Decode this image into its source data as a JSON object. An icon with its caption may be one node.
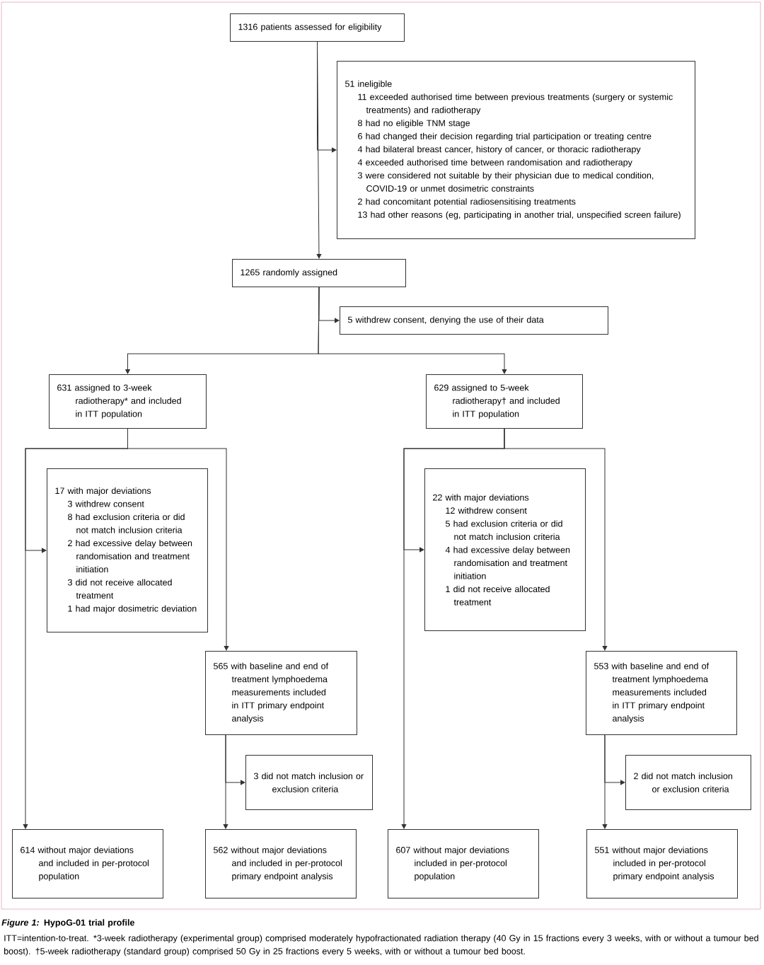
{
  "diagram": {
    "title": "*Figure 1:* HypoG-01 trial profile",
    "caption": "ITT=intention-to-treat. *3-week radiotherapy (experimental group) comprised moderately hypofractionated radiation therapy (40 Gy in 15 fractions every 3 weeks, with or without a tumour bed boost). †5-week radiotherapy (standard group) comprised 50 Gy in 25 fractions every 5 weeks, with or without a tumour bed boost.",
    "nodes": [
      {
        "text": [
          "1316 patients assessed for eligibility"
        ]
      },
      {
        "text": [
          "51 ineligible",
          "11 exceeded authorised time between previous treatments (surgery or systemic treatments) and radiotherapy",
          "8 had no eligible TNM stage",
          "6 had changed their decision regarding trial participation or treating centre",
          "4 had bilateral breast cancer, history of cancer, or thoracic radiotherapy",
          "4 exceeded authorised time between randomisation and radiotherapy",
          "3 were considered not suitable by their physician due to medical condition, COVID-19 or unmet dosimetric constraints",
          "2 had concomitant potential radiosensitising treatments",
          "13 had other reasons (eg, participating in another trial, unspecified screen failure)"
        ]
      },
      {
        "text": [
          "1265 randomly assigned"
        ]
      },
      {
        "text": [
          "5 withdrew consent, denying the use of their data"
        ]
      },
      {
        "text": [
          "631 assigned to 3-week radiotherapy* and included in ITT population"
        ]
      },
      {
        "text": [
          "629 assigned to 5-week radiotherapy† and included in ITT population"
        ]
      },
      {
        "text": [
          "17 with major deviations",
          "3 withdrew consent",
          "8 had exclusion criteria or did not match inclusion criteria",
          "2 had excessive delay between randomisation and treatment initiation",
          "3 did not receive allocated treatment",
          "1 had major dosimetric deviation"
        ]
      },
      {
        "text": [
          "565 with baseline and end of treatment lymphoedema measurements included in ITT primary endpoint analysis"
        ]
      },
      {
        "text": [
          "3 did not match inclusion or exclusion criteria"
        ]
      },
      {
        "text": [
          "614 without major deviations and included in per-protocol population"
        ]
      },
      {
        "text": [
          "562 without major deviations and included in per-protocol primary endpoint analysis"
        ]
      },
      {
        "text": [
          "22 with major deviations",
          "12 withdrew consent",
          "5 had exclusion criteria or did not match inclusion criteria",
          "4 had excessive delay between randomisation and treatment initiation",
          "1 did not receive allocated treatment"
        ]
      },
      {
        "text": [
          "553 with baseline and end of treatment lymphoedema measurements included in ITT primary endpoint analysis"
        ]
      },
      {
        "text": [
          "2 did not match inclusion or exclusion criteria"
        ]
      },
      {
        "text": [
          "607 without major deviations included in per-protocol population"
        ]
      },
      {
        "text": [
          "551 without major deviations included in per-protocol primary endpoint analysis"
        ]
      }
    ],
    "edges": [
      {
        "from": 0,
        "to": 2,
        "arrow": "to"
      },
      {
        "from": 0,
        "to": 1,
        "arrow": "to"
      },
      {
        "from": 2,
        "to": 3,
        "arrow": "to"
      },
      {
        "from": 2,
        "to": 4,
        "arrow": "to"
      },
      {
        "from": 2,
        "to": 5,
        "arrow": "to"
      },
      {
        "from": 4,
        "to": 6,
        "arrow": "to"
      },
      {
        "from": 4,
        "to": 9,
        "arrow": "to"
      },
      {
        "from": 4,
        "to": 7,
        "arrow": "to"
      },
      {
        "from": 7,
        "to": 8,
        "arrow": "to"
      },
      {
        "from": 7,
        "to": 10,
        "arrow": "to"
      },
      {
        "from": 5,
        "to": 11,
        "arrow": "to"
      },
      {
        "from": 5,
        "to": 14,
        "arrow": "to"
      },
      {
        "from": 5,
        "to": 12,
        "arrow": "to"
      },
      {
        "from": 12,
        "to": 13,
        "arrow": "to"
      },
      {
        "from": 12,
        "to": 15,
        "arrow": "to"
      }
    ]
  }
}
